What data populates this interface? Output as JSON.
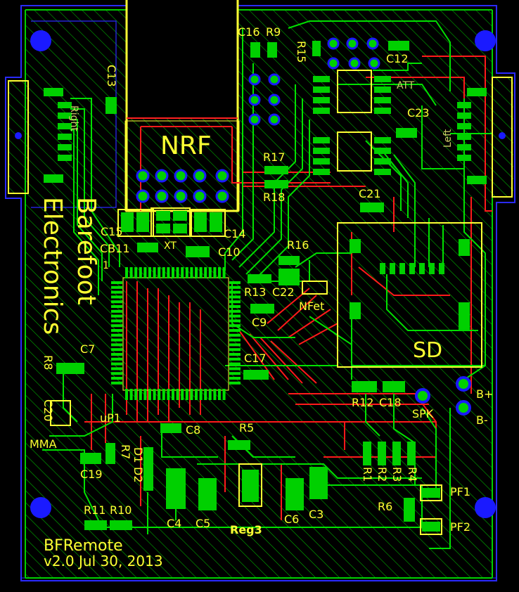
{
  "board": {
    "title": "BFRemote",
    "version": "v2.0 Jul 30, 2013",
    "brand_line1": "Barefoot",
    "brand_line2": "Electronics",
    "colors": {
      "background": "#000000",
      "copper_top": "#00d000",
      "trace_green": "#00e000",
      "trace_red": "#ff1a1a",
      "silkscreen": "#ffff33",
      "via_blue": "#1a1aff",
      "outline": "#2020ff"
    }
  },
  "labels": {
    "nrf": "NRF",
    "sd": "SD",
    "reg3": "Reg3",
    "mma": "MMA",
    "up1": "uP1",
    "nfet": "NFet",
    "spk": "SPK",
    "bplus": "B+",
    "bminus": "B-",
    "pf1": "PF1",
    "pf2": "PF2",
    "att": "ATT",
    "right": "Right",
    "left": "Left",
    "xt": "XT",
    "pin1": "1",
    "c16": "C16",
    "r9": "R9",
    "r15": "R15",
    "c12": "C12",
    "c13": "C13",
    "c23": "C23",
    "r17": "R17",
    "r18": "R18",
    "c21": "C21",
    "c15": "C15",
    "c14": "C14",
    "cb11": "CB11",
    "c10": "C10",
    "r16": "R16",
    "r13": "R13",
    "c22": "C22",
    "c9": "C9",
    "c7": "C7",
    "r8": "R8",
    "c20": "C20",
    "c17": "C17",
    "r12": "R12",
    "c18": "C18",
    "c8": "C8",
    "r5": "R5",
    "r7": "R7",
    "d1": "D1",
    "d2": "D2",
    "c19": "C19",
    "r1": "R1",
    "r2": "R2",
    "r3": "R3",
    "r4": "R4",
    "r6": "R6",
    "c4": "C4",
    "c5": "C5",
    "c6": "C6",
    "c3": "C3",
    "r11": "R11",
    "r10": "R10"
  }
}
